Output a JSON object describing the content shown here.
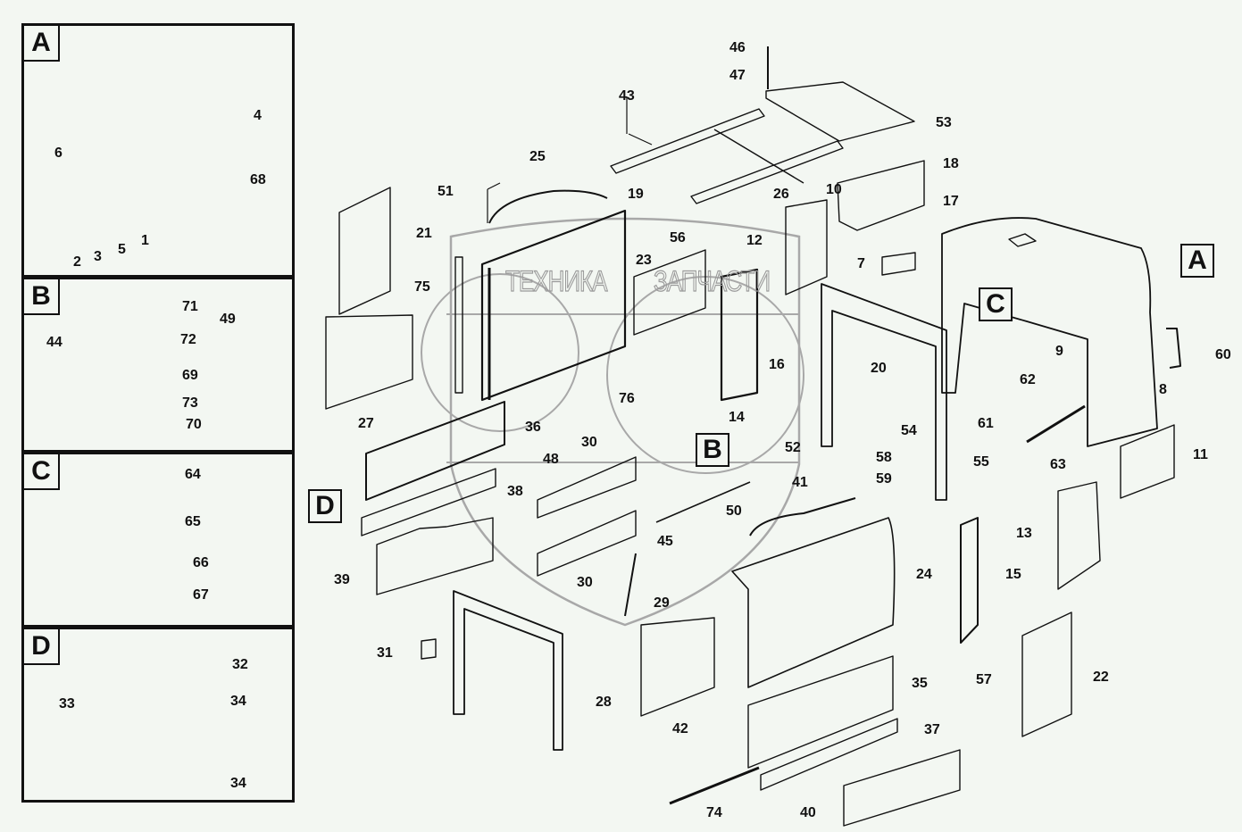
{
  "diagram": {
    "type": "exploded-parts-diagram",
    "background_color": "#f3f7f2",
    "line_color": "#111111",
    "watermark": {
      "left_text": "ТЕХНИКА",
      "right_text": "ЗАПЧАСТИ",
      "color": "#9a9a9a"
    },
    "detail_panels": [
      {
        "id": "A",
        "label": "A",
        "callouts": [
          "6",
          "4",
          "68",
          "1",
          "2",
          "3",
          "5"
        ]
      },
      {
        "id": "B",
        "label": "B",
        "callouts": [
          "71",
          "72",
          "49",
          "44",
          "69",
          "73",
          "70"
        ]
      },
      {
        "id": "C",
        "label": "C",
        "callouts": [
          "64",
          "65",
          "66",
          "67"
        ]
      },
      {
        "id": "D",
        "label": "D",
        "callouts": [
          "32",
          "33",
          "34",
          "34"
        ]
      }
    ],
    "main_view_tags": [
      "A",
      "B",
      "C",
      "D"
    ],
    "main_callouts": [
      "46",
      "47",
      "43",
      "53",
      "25",
      "51",
      "19",
      "26",
      "18",
      "10",
      "17",
      "21",
      "12",
      "56",
      "23",
      "75",
      "7",
      "16",
      "20",
      "9",
      "60",
      "76",
      "14",
      "8",
      "27",
      "36",
      "62",
      "61",
      "54",
      "52",
      "58",
      "48",
      "59",
      "55",
      "63",
      "11",
      "30",
      "41",
      "38",
      "50",
      "45",
      "24",
      "15",
      "13",
      "39",
      "30",
      "29",
      "31",
      "28",
      "42",
      "35",
      "57",
      "22",
      "37",
      "74",
      "40"
    ]
  }
}
